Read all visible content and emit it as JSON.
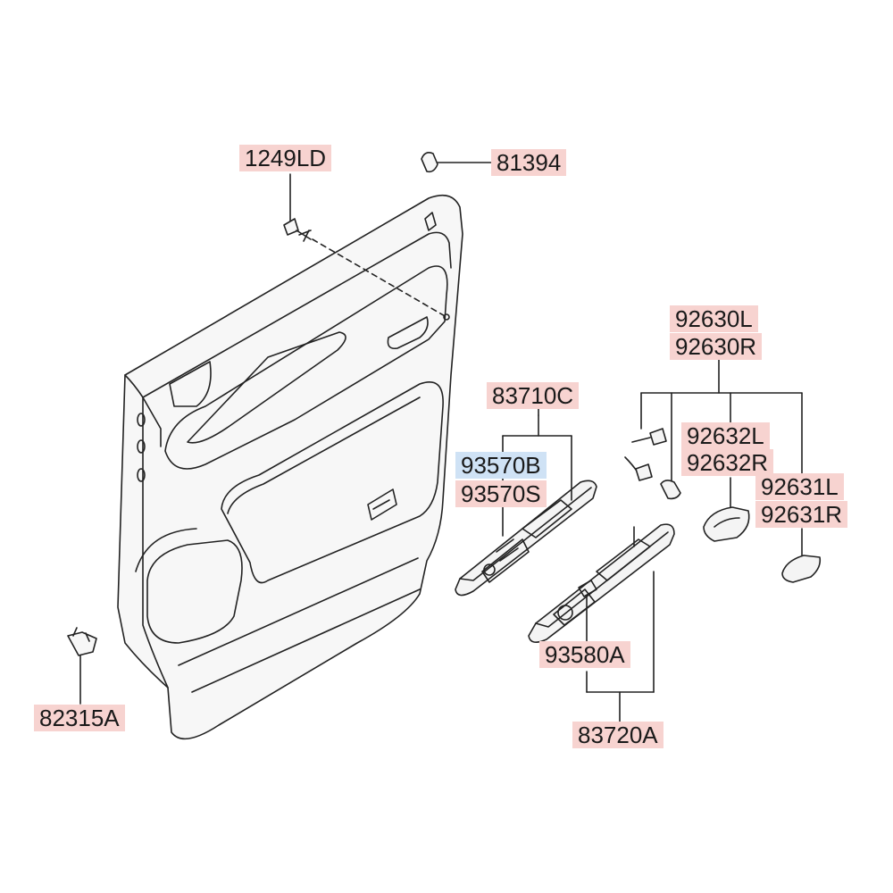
{
  "colors": {
    "label_bg": "#f7d3d0",
    "selected_bg": "#cfe2f5",
    "line": "#222222",
    "part_fill": "#f7f7f7"
  },
  "labels": {
    "p1249LD": "1249LD",
    "p81394": "81394",
    "p92630L": "92630L",
    "p92630R": "92630R",
    "p83710C": "83710C",
    "p92632L": "92632L",
    "p92632R": "92632R",
    "p93570B": "93570B",
    "p93570S": "93570S",
    "p92631L": "92631L",
    "p92631R": "92631R",
    "p93580A": "93580A",
    "p82315A": "82315A",
    "p83720A": "83720A"
  },
  "selected_part": "93570B"
}
